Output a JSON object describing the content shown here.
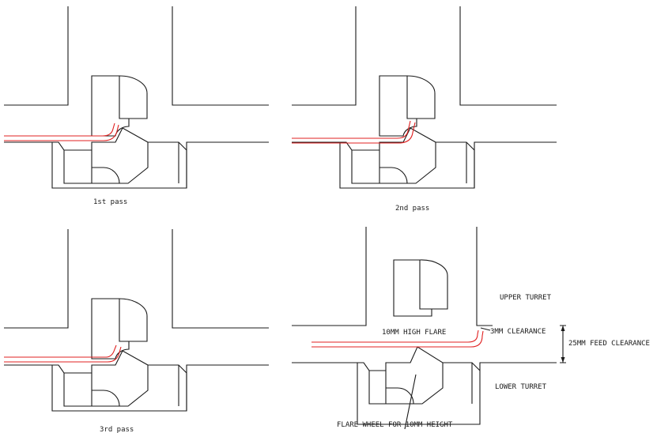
{
  "panels": [
    {
      "caption": "1st pass"
    },
    {
      "caption": "2nd pass"
    },
    {
      "caption": "3rd pass"
    }
  ],
  "final": {
    "upper_turret": "UPPER TURRET",
    "lower_turret": "LOWER TURRET",
    "flare_height": "10MM HIGH FLARE",
    "clearance": "3MM CLEARANCE",
    "feed_clearance": "25MM FEED CLEARANCE",
    "flare_wheel": "FLARE WHEEL FOR 10MM HEIGHT"
  },
  "colors": {
    "line": "#1a1a1a",
    "sheet": "#e02020",
    "background": "#ffffff"
  }
}
